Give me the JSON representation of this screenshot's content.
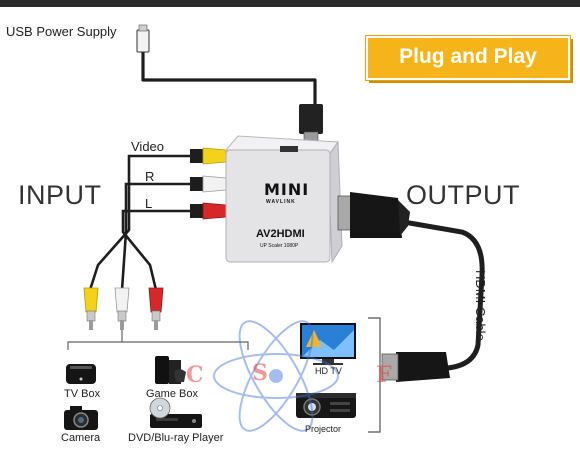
{
  "badge": {
    "text": "Plug and Play"
  },
  "labels": {
    "usb_power": "USB Power Supply",
    "input": "INPUT",
    "output": "OUTPUT",
    "video": "Video",
    "r": "R",
    "l": "L",
    "hdmi_cable": "HDMI Cable"
  },
  "device": {
    "brand": "MINI",
    "sub": "WAVLINK",
    "model": "AV2HDMI",
    "note": "UP Scaler 1080P"
  },
  "sources": [
    {
      "label": "TV Box",
      "icon": "tv-box-icon"
    },
    {
      "label": "Game Box",
      "icon": "game-console-icon"
    },
    {
      "label": "Camera",
      "icon": "camera-icon"
    },
    {
      "label": "DVD/Blu-ray Player",
      "icon": "dvd-player-icon"
    }
  ],
  "outputs": [
    {
      "label": "HD TV",
      "icon": "tv-icon"
    },
    {
      "label": "Projector",
      "icon": "projector-icon"
    }
  ],
  "watermark": {
    "letters": [
      "C",
      "S",
      "F"
    ]
  },
  "colors": {
    "badge": "#f5b41a",
    "rca_yellow": "#f2d21a",
    "rca_white": "#f2f2f2",
    "rca_red": "#d62828",
    "cable": "#1e1e1e",
    "device": "#e4e4e6"
  }
}
